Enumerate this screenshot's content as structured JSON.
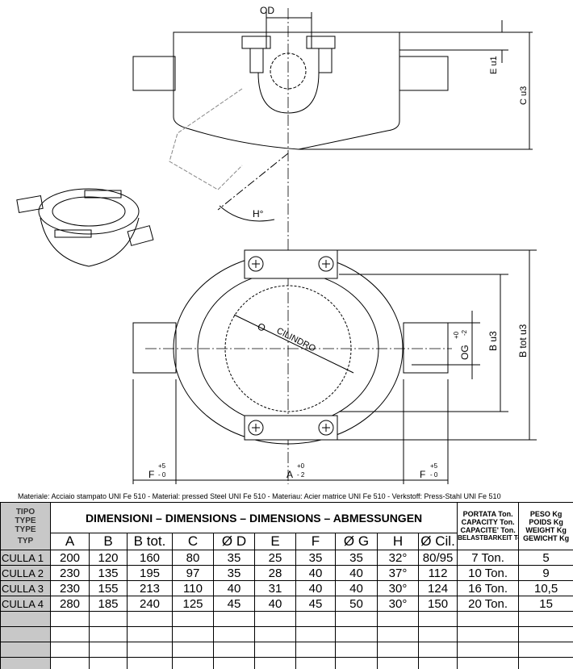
{
  "drawing_labels": {
    "od": "OD",
    "e_u1": "E u1",
    "c_u3": "C u3",
    "h_deg": "H°",
    "cilindro_o": "O",
    "cilindro": "CILINDRO",
    "og": "OG",
    "og_tol_plus": "+0",
    "og_tol_minus": "-2",
    "b_u3": "B u3",
    "b_tot_u3": "B tot u3",
    "f": "F",
    "f_tol_plus": "+5",
    "f_tol_minus": "- 0",
    "a": "A",
    "a_tol_plus": "+0",
    "a_tol_minus": "- 2"
  },
  "material": "Materiale: Acciaio stampato UNI Fe 510 - Material: pressed Steel UNI Fe 510 - Materiau: Acier matrice UNI Fe 510 - Verkstoff: Press-Stahl UNI Fe 510",
  "table": {
    "type_header": [
      "TIPO",
      "TYPE",
      "TYPE",
      "TYP"
    ],
    "dimensions_header": "DIMENSIONI – DIMENSIONS – DIMENSIONS – ABMESSUNGEN",
    "capacity_header": [
      "PORTATA Ton.",
      "CAPACITY Ton.",
      "CAPACITE' Ton.",
      "BELASTBARKEIT Ton"
    ],
    "weight_header": [
      "PESO Kg",
      "POIDS Kg",
      "WEIGHT Kg",
      "GEWICHT Kg"
    ],
    "columns": [
      "A",
      "B",
      "B tot.",
      "C",
      "Ø D",
      "E",
      "F",
      "Ø G",
      "H",
      "Ø Cil."
    ],
    "rows": [
      {
        "type": "CULLA 1",
        "values": [
          "200",
          "120",
          "160",
          "80",
          "35",
          "25",
          "35",
          "35",
          "32°",
          "80/95",
          "7 Ton.",
          "5"
        ]
      },
      {
        "type": "CULLA 2",
        "values": [
          "230",
          "135",
          "195",
          "97",
          "35",
          "28",
          "40",
          "40",
          "37°",
          "112",
          "10 Ton.",
          "9"
        ]
      },
      {
        "type": "CULLA 3",
        "values": [
          "230",
          "155",
          "213",
          "110",
          "40",
          "31",
          "40",
          "40",
          "30°",
          "124",
          "16 Ton.",
          "10,5"
        ]
      },
      {
        "type": "CULLA 4",
        "values": [
          "280",
          "185",
          "240",
          "125",
          "45",
          "40",
          "45",
          "50",
          "30°",
          "150",
          "20 Ton.",
          "15"
        ]
      }
    ]
  }
}
